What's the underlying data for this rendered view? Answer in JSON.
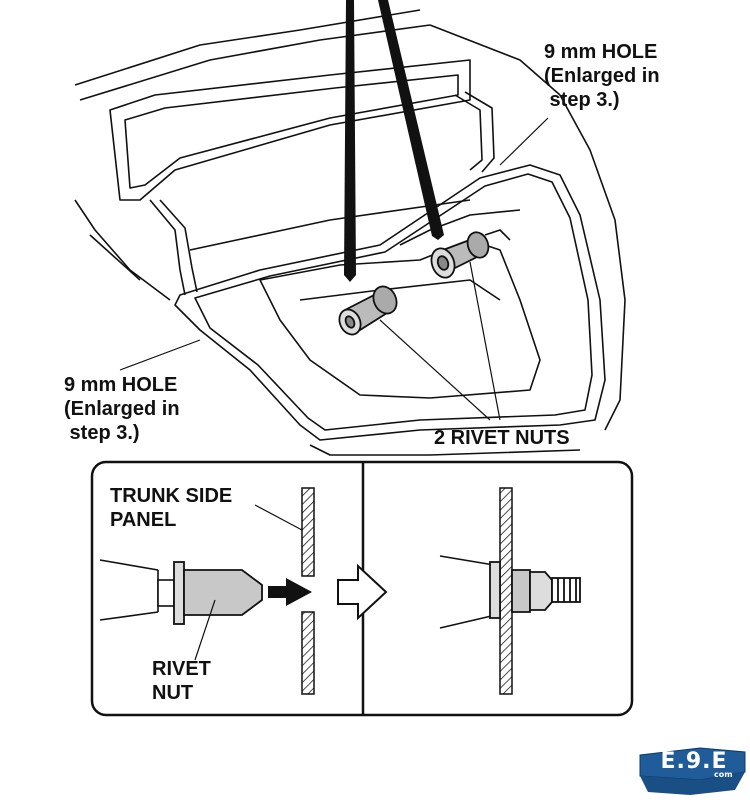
{
  "labels": {
    "hole_top": [
      "9 mm HOLE",
      "(Enlarged in",
      " step 3.)"
    ],
    "hole_left": [
      "9 mm HOLE",
      "(Enlarged in",
      " step 3.)"
    ],
    "rivet_nuts": "2 RIVET NUTS",
    "trunk_side_panel": [
      "TRUNK SIDE",
      "PANEL"
    ],
    "rivet_nut": [
      "RIVET",
      "NUT"
    ]
  },
  "logo": {
    "text": "E.9.E",
    "suffix": "com",
    "color": "#1f5c99"
  },
  "colors": {
    "line": "#111111",
    "part_fill": "#c8c8c8",
    "ink": "#111111"
  }
}
